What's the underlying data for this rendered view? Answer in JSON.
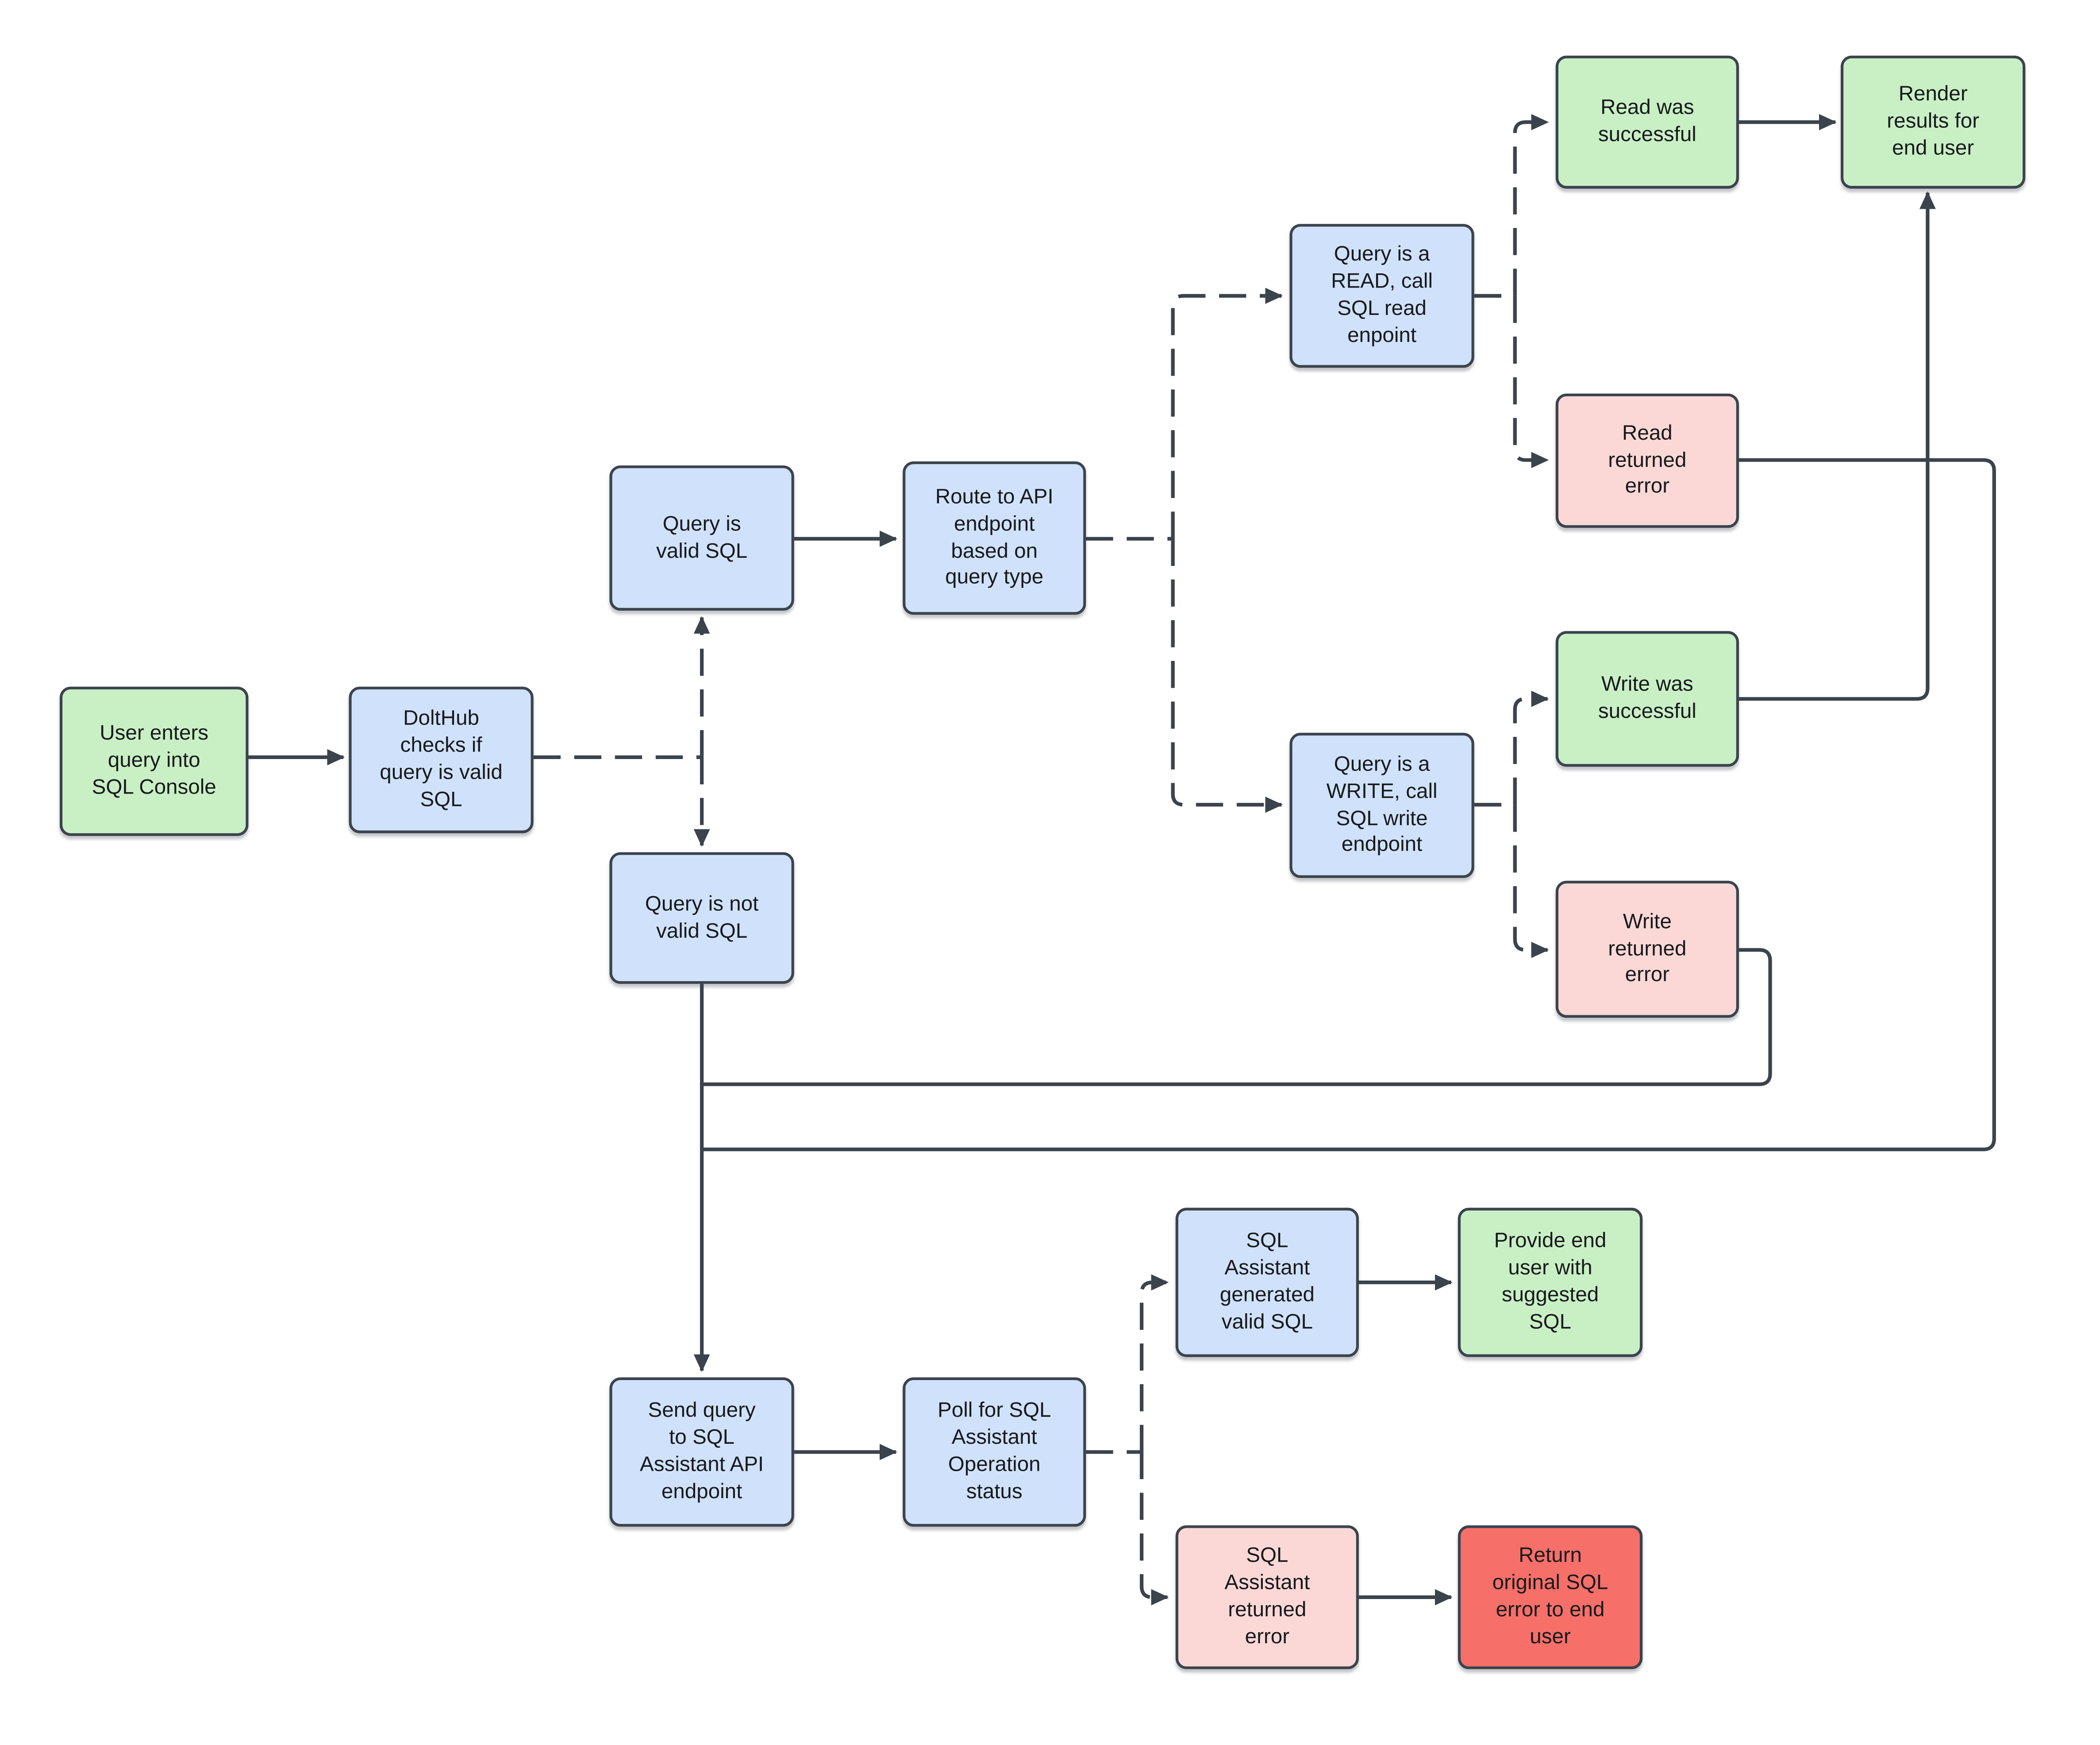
{
  "palette": {
    "green": "#c9f0c5",
    "blue": "#d0e2fb",
    "pink": "#fbd8d6",
    "red": "#f66f69",
    "border": "#3b434d",
    "line": "#3b434d",
    "text": "#17191c",
    "bg": "#ffffff"
  },
  "nodes": {
    "user_enters": {
      "label": "User enters\nquery into\nSQL Console",
      "color": "green"
    },
    "dolthub": {
      "label": "DoltHub\nchecks if\nquery is valid\nSQL",
      "color": "blue"
    },
    "query_valid": {
      "label": "Query is\nvalid SQL",
      "color": "blue"
    },
    "route_api": {
      "label": "Route to API\nendpoint\nbased on\nquery type",
      "color": "blue"
    },
    "query_not_valid": {
      "label": "Query is not\nvalid SQL",
      "color": "blue"
    },
    "read_call": {
      "label": "Query is a\nREAD, call\nSQL read\nenpoint",
      "color": "blue"
    },
    "write_call": {
      "label": "Query is a\nWRITE, call\nSQL write\nendpoint",
      "color": "blue"
    },
    "read_success": {
      "label": "Read was\nsuccessful",
      "color": "green"
    },
    "render_results": {
      "label": "Render\nresults for\nend user",
      "color": "green"
    },
    "read_error": {
      "label": "Read\nreturned\nerror",
      "color": "pink"
    },
    "write_success": {
      "label": "Write was\nsuccessful",
      "color": "green"
    },
    "write_error": {
      "label": "Write\nreturned\nerror",
      "color": "pink"
    },
    "send_query": {
      "label": "Send query\nto SQL\nAssistant API\nendpoint",
      "color": "blue"
    },
    "poll": {
      "label": "Poll for SQL\nAssistant\nOperation\nstatus",
      "color": "blue"
    },
    "assistant_valid": {
      "label": "SQL\nAssistant\ngenerated\nvalid SQL",
      "color": "blue"
    },
    "provide": {
      "label": "Provide end\nuser with\nsuggested\nSQL",
      "color": "green"
    },
    "assistant_error": {
      "label": "SQL\nAssistant\nreturned\nerror",
      "color": "pink"
    },
    "return_error": {
      "label": "Return\noriginal SQL\nerror to end\nuser",
      "color": "red"
    }
  },
  "edges": [
    {
      "from": "user_enters",
      "to": "dolthub",
      "style": "solid"
    },
    {
      "from": "dolthub",
      "to": "query_valid",
      "style": "dashed"
    },
    {
      "from": "dolthub",
      "to": "query_not_valid",
      "style": "dashed"
    },
    {
      "from": "query_valid",
      "to": "route_api",
      "style": "solid"
    },
    {
      "from": "route_api",
      "to": "read_call",
      "style": "dashed"
    },
    {
      "from": "route_api",
      "to": "write_call",
      "style": "dashed"
    },
    {
      "from": "read_call",
      "to": "read_success",
      "style": "dashed"
    },
    {
      "from": "read_call",
      "to": "read_error",
      "style": "dashed"
    },
    {
      "from": "write_call",
      "to": "write_success",
      "style": "dashed"
    },
    {
      "from": "write_call",
      "to": "write_error",
      "style": "dashed"
    },
    {
      "from": "read_success",
      "to": "render_results",
      "style": "solid"
    },
    {
      "from": "write_success",
      "to": "render_results",
      "style": "solid"
    },
    {
      "from": "write_error",
      "to": "send_query",
      "style": "solid"
    },
    {
      "from": "read_error",
      "to": "send_query",
      "style": "solid"
    },
    {
      "from": "query_not_valid",
      "to": "send_query",
      "style": "solid"
    },
    {
      "from": "send_query",
      "to": "poll",
      "style": "solid"
    },
    {
      "from": "poll",
      "to": "assistant_valid",
      "style": "dashed"
    },
    {
      "from": "poll",
      "to": "assistant_error",
      "style": "dashed"
    },
    {
      "from": "assistant_valid",
      "to": "provide",
      "style": "solid"
    },
    {
      "from": "assistant_error",
      "to": "return_error",
      "style": "solid"
    }
  ]
}
